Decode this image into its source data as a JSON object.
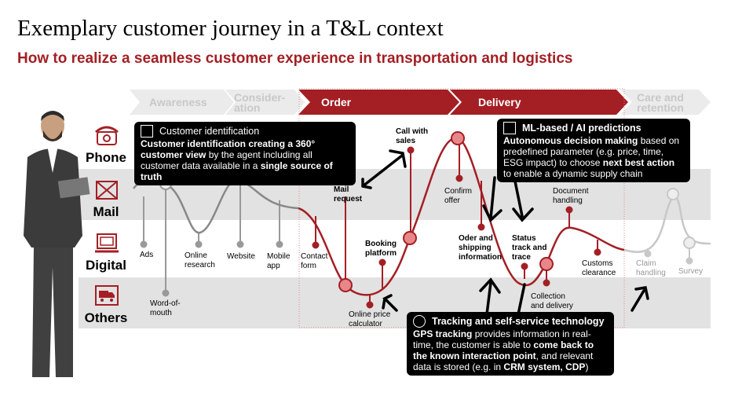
{
  "title": "Exemplary customer journey in a T&L context",
  "subtitle": "How to realize a seamless customer experience in transportation and logistics",
  "stages": [
    "Awareness",
    "Consider-\nation",
    "Order",
    "Delivery",
    "Care and retention"
  ],
  "channels": [
    {
      "label": "Phone",
      "icon": "phone-icon"
    },
    {
      "label": "Mail",
      "icon": "envelope-icon"
    },
    {
      "label": "Digital",
      "icon": "laptop-icon"
    },
    {
      "label": "Others",
      "icon": "truck-icon"
    }
  ],
  "touchpoints": {
    "ads": "Ads",
    "wom": "Word-of-mouth",
    "research": "Online research",
    "website": "Website",
    "app": "Mobile app",
    "contact": "Contact form",
    "mail": "Mail request",
    "calc": "Online price calculator",
    "booking": "Booking platform",
    "call": "Call with sales",
    "confirm": "Confirm offer",
    "shipping": "Oder and shipping information",
    "status": "Status track and trace",
    "collection": "Collection and delivery",
    "document": "Document handling",
    "customs": "Customs clearance",
    "claim": "Claim handling",
    "survey": "Survey"
  },
  "boxes": {
    "identification": {
      "title": "Customer identification",
      "p1": "Customer identification creating a 360° customer view",
      "p2": " by the agent including all customer data available in a ",
      "p3": "single source of truth"
    },
    "ml": {
      "title": "ML-based / AI predictions",
      "p1": "Autonomous decision making",
      "p2": " based on predefined parameter (e.g. price, time, ESG impact) to choose ",
      "p3": "next best action",
      "p4": " to enable a dynamic supply chain"
    },
    "gps": {
      "title": "Tracking and self-service technology",
      "p1": "GPS tracking",
      "p2": " provides information in real-time, the customer is able to ",
      "p3": "come back to the known interaction point",
      "p4": ", and relevant data is stored (e.g. in ",
      "p5": "CRM system, CDP",
      "p6": ")"
    }
  },
  "colors": {
    "accent": "#a31f24",
    "node": "#e8878a",
    "grey": "#bbbbbb"
  }
}
